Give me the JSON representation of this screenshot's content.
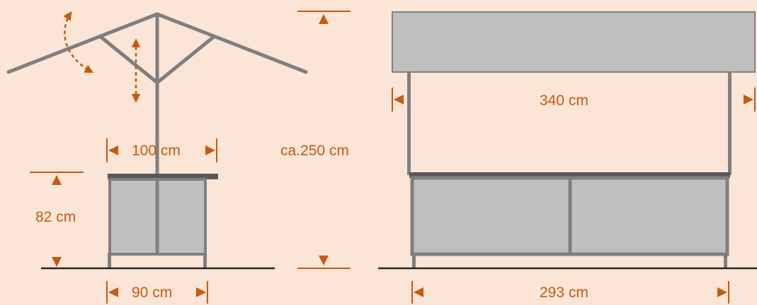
{
  "side_view": {
    "canopy_width_label": "100 cm",
    "counter_height_label": "82 cm",
    "base_width_label": "90 cm"
  },
  "overall_height_label": "ca.250 cm",
  "front_view": {
    "canopy_width_label": "340 cm",
    "base_width_label": "293 cm"
  },
  "colors": {
    "background": "#fbe5d6",
    "frame": "#7f7f7f",
    "panel": "#bfbfbf",
    "dimension": "#c55a11",
    "ground": "#262626"
  }
}
